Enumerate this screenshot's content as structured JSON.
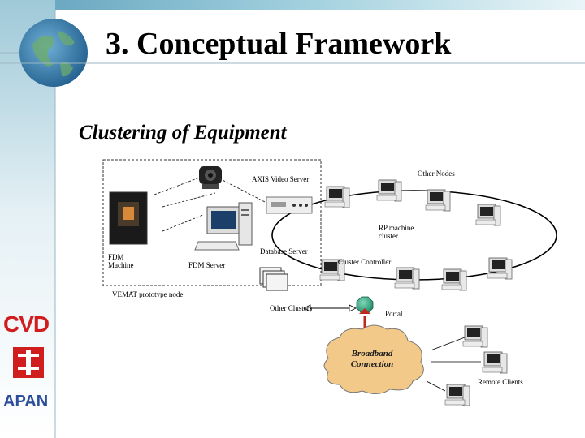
{
  "slide": {
    "title": "3. Conceptual Framework",
    "subtitle": "Clustering of Equipment"
  },
  "diagram": {
    "nodes": {
      "axis_video_server": "AXIS Video Server",
      "other_nodes": "Other Nodes",
      "rp_machine_cluster": "RP machine cluster",
      "fdm_machine": "FDM Machine",
      "fdm_server": "FDM Server",
      "database_server": "Database Server",
      "cluster_controller": "Cluster Controller",
      "vemat_node": "VEMAT prototype node",
      "other_clusters": "Other Clusters",
      "portal": "Portal",
      "broadband_connection": "Broadband Connection",
      "remote_clients": "Remote Clients"
    }
  },
  "logos": {
    "cvd": "CVD",
    "apan": "APAN"
  },
  "colors": {
    "accent_band": "#7fb8cc",
    "globe": "#2f6fa0",
    "portal": "#2e9e7a",
    "cloud": "#f3c98a",
    "arrow_red": "#c0281d",
    "cvd_red": "#d01d1d",
    "cvd_purple": "#5b2a86",
    "apan_blue": "#2a4e9a"
  }
}
